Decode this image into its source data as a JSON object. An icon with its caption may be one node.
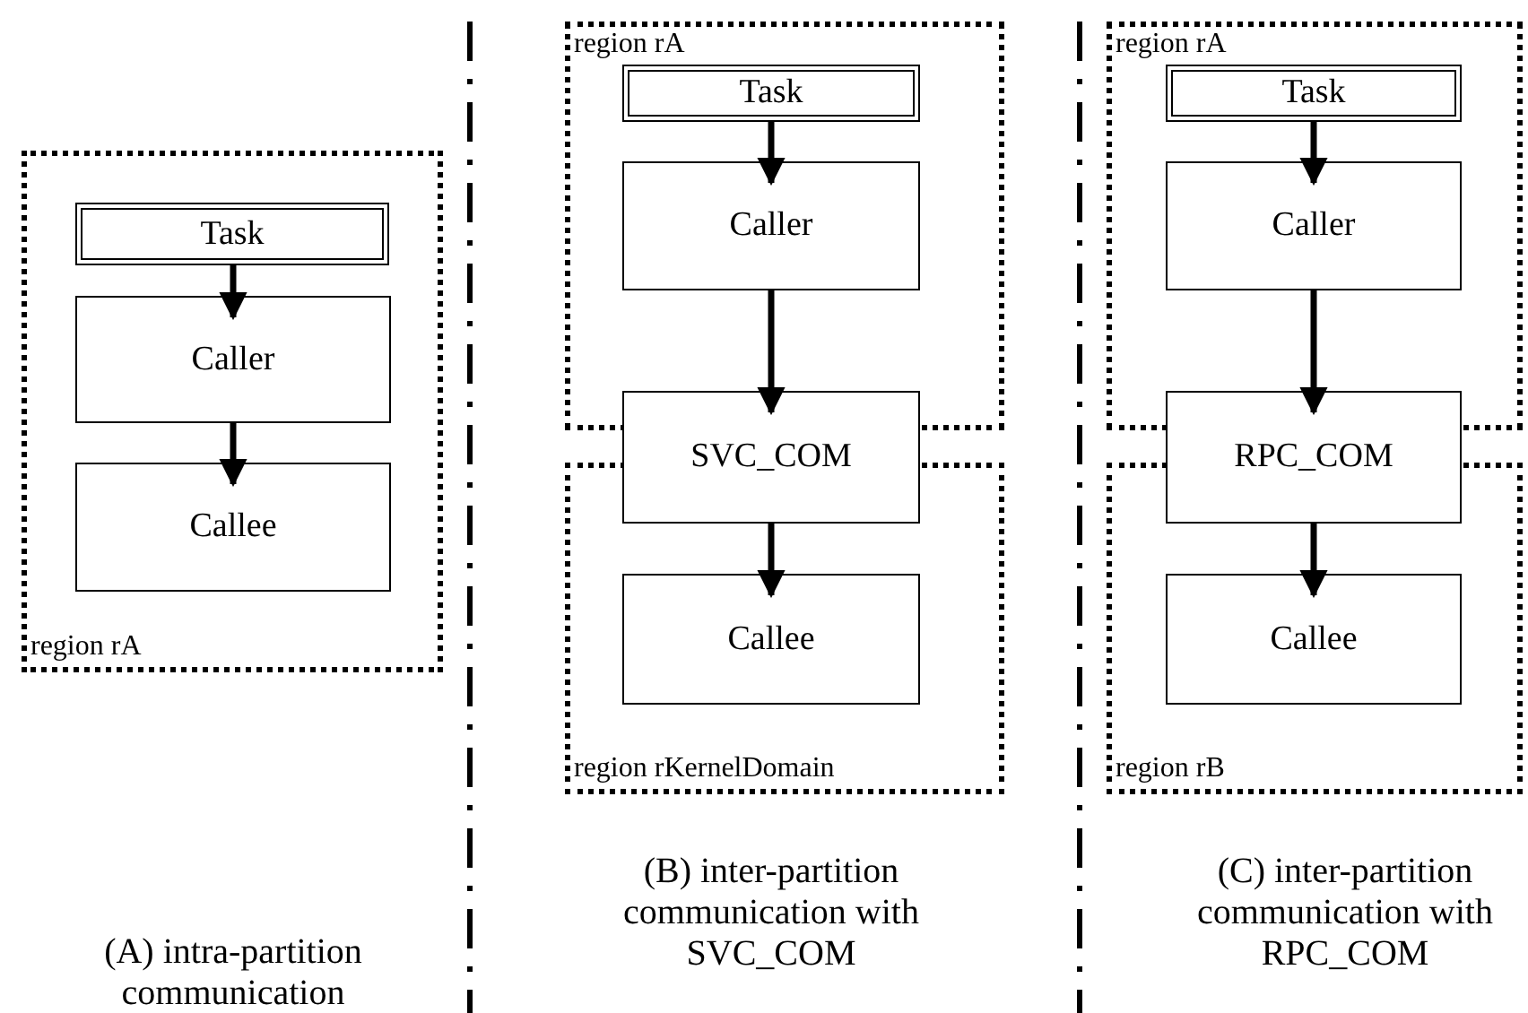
{
  "diagram": {
    "nodes": [
      {
        "text": [
          "region rA"
        ]
      },
      {
        "text": [
          "Task"
        ],
        "in": 0
      },
      {
        "text": [
          "Caller"
        ],
        "in": 0
      },
      {
        "text": [
          "Callee"
        ],
        "in": 0
      },
      {
        "text": [
          "region rA"
        ]
      },
      {
        "text": [
          "Task"
        ],
        "in": 4
      },
      {
        "text": [
          "Caller"
        ],
        "in": 4
      },
      {
        "text": [
          "SVC_COM"
        ]
      },
      {
        "text": [
          "region rKernelDomain"
        ]
      },
      {
        "text": [
          "Callee"
        ],
        "in": 8
      },
      {
        "text": [
          "region rA"
        ]
      },
      {
        "text": [
          "Task"
        ],
        "in": 10
      },
      {
        "text": [
          "Caller"
        ],
        "in": 10
      },
      {
        "text": [
          "RPC_COM"
        ]
      },
      {
        "text": [
          "region rB"
        ]
      },
      {
        "text": [
          "Callee"
        ],
        "in": 14
      }
    ],
    "edges": [
      {
        "from": 1,
        "to": 2,
        "arrow": "to"
      },
      {
        "from": 2,
        "to": 3,
        "arrow": "to"
      },
      {
        "from": 5,
        "to": 6,
        "arrow": "to"
      },
      {
        "from": 6,
        "to": 7,
        "arrow": "to"
      },
      {
        "from": 7,
        "to": 9,
        "arrow": "to"
      },
      {
        "from": 11,
        "to": 12,
        "arrow": "to"
      },
      {
        "from": 12,
        "to": 13,
        "arrow": "to"
      },
      {
        "from": 13,
        "to": 15,
        "arrow": "to"
      }
    ],
    "labels": [
      "(A) intra-partition communication",
      "(B) inter-partition communication with SVC_COM",
      "(C) inter-partition communication with RPC_COM"
    ]
  }
}
